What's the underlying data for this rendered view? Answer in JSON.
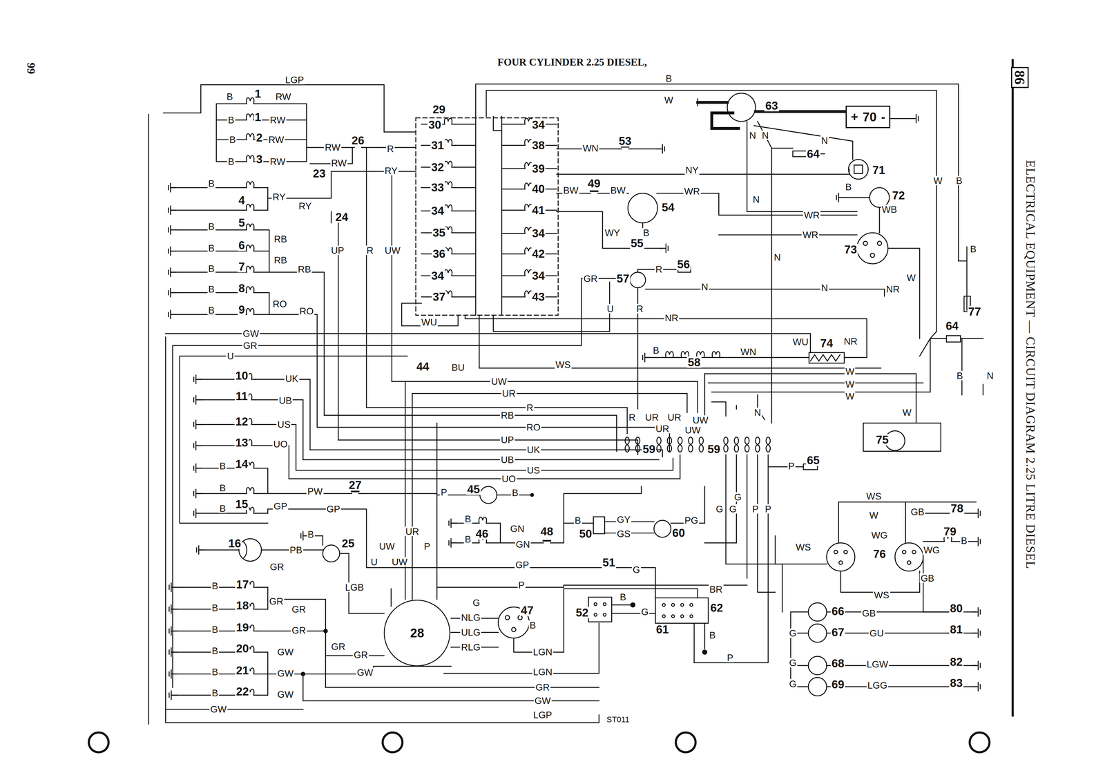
{
  "diagram": {
    "title": "FOUR CYLINDER 2.25 DIESEL,",
    "nodes": [
      {
        "text": [
          "28"
        ]
      },
      {
        "text": [
          "+",
          "70",
          "-"
        ]
      }
    ],
    "labels": [
      "99",
      "86",
      "ELECTRICAL EQUIPMENT — CIRCUIT DIAGRAM 2.25 LITRE DIESEL",
      "LGP",
      "B",
      "1",
      "RW",
      "B",
      "1",
      "RW",
      "B",
      "2",
      "RW",
      "B",
      "3",
      "RW",
      "RW",
      "26",
      "RW",
      "23",
      "R",
      "RY",
      "29",
      "30",
      "31",
      "32",
      "33",
      "34",
      "35",
      "36",
      "34",
      "37",
      "34",
      "38",
      "39",
      "40",
      "41",
      "34",
      "42",
      "34",
      "43",
      "WN",
      "53",
      "NY",
      "BW",
      "49",
      "BW",
      "WR",
      "54",
      "B",
      "WY",
      "55",
      "GR",
      "R",
      "56",
      "57",
      "U",
      "R",
      "N",
      "N",
      "NR",
      "NR",
      "B",
      "4",
      "RY",
      "RY",
      "24",
      "UP",
      "R",
      "UW",
      "B",
      "5",
      "RB",
      "B",
      "6",
      "RB",
      "B",
      "7",
      "RB",
      "B",
      "8",
      "RO",
      "B",
      "9",
      "RO",
      "WU",
      "GW",
      "GR",
      "U",
      "44",
      "BU",
      "WS",
      "B",
      "58",
      "WN",
      "WU",
      "74",
      "NR",
      "UW",
      "UR",
      "R",
      "RB",
      "RO",
      "UP",
      "UK",
      "UB",
      "US",
      "UO",
      "10",
      "UK",
      "11",
      "UB",
      "12",
      "US",
      "13",
      "UO",
      "B",
      "14",
      "B",
      "PW",
      "27",
      "B",
      "15",
      "GP",
      "GP",
      "R",
      "UR",
      "UR",
      "UW",
      "UR",
      "UW",
      "59",
      "59",
      "N",
      "P",
      "65",
      "G",
      "G",
      "G",
      "P",
      "P",
      "P",
      "45",
      "B",
      "B",
      "46",
      "GN",
      "B",
      "GN",
      "48",
      "B",
      "50",
      "GY",
      "GS",
      "60",
      "PG",
      "16",
      "PB",
      "B",
      "25",
      "GR",
      "UR",
      "P",
      "UW",
      "U",
      "UW",
      "GP",
      "51",
      "G",
      "P",
      "LGB",
      "G",
      "NLG",
      "ULG",
      "RLG",
      "47",
      "B",
      "LGN",
      "LGN",
      "B",
      "G",
      "52",
      "BR",
      "62",
      "61",
      "B",
      "P",
      "B",
      "17",
      "B",
      "18",
      "GR",
      "GR",
      "B",
      "19",
      "GR",
      "B",
      "20",
      "GW",
      "GR",
      "GR",
      "GW",
      "B",
      "21",
      "GW",
      "B",
      "22",
      "GW",
      "GW",
      "GR",
      "GW",
      "LGP",
      "ST011",
      "B",
      "W",
      "63",
      "N",
      "N",
      "64",
      "N",
      "71",
      "B",
      "72",
      "WB",
      "N",
      "WR",
      "WR",
      "73",
      "N",
      "W",
      "B",
      "B",
      "W",
      "77",
      "64",
      "B",
      "N",
      "W",
      "W",
      "W",
      "W",
      "75",
      "WS",
      "W",
      "GB",
      "78",
      "79",
      "B",
      "WG",
      "76",
      "WG",
      "WS",
      "GB",
      "WS",
      "66",
      "GB",
      "80",
      "G",
      "67",
      "GU",
      "81",
      "G",
      "68",
      "LGW",
      "82",
      "G",
      "69",
      "LGG",
      "83"
    ]
  }
}
